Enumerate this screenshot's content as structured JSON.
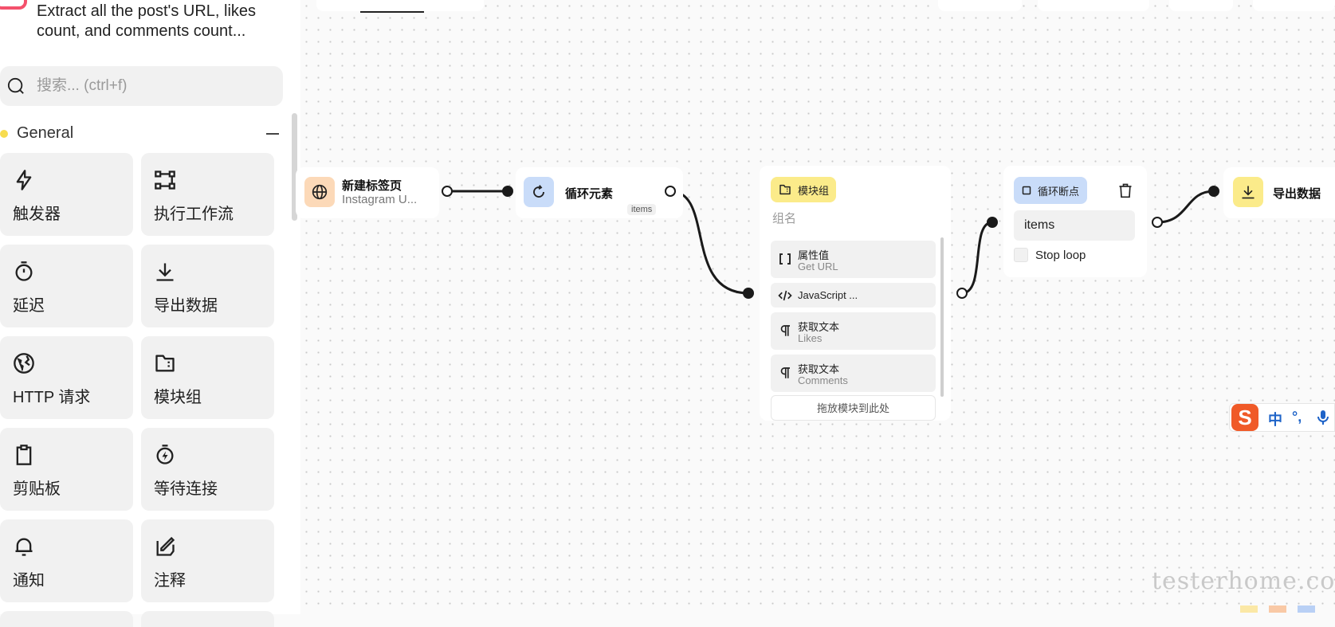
{
  "workflow": {
    "description": "Extract all the post's URL, likes count, and comments count..."
  },
  "search": {
    "placeholder": "搜索... (ctrl+f)"
  },
  "section": {
    "title": "General"
  },
  "blocks": [
    {
      "label": "触发器",
      "icon": "lightning-icon"
    },
    {
      "label": "执行工作流",
      "icon": "workflow-icon"
    },
    {
      "label": "延迟",
      "icon": "timer-icon"
    },
    {
      "label": "导出数据",
      "icon": "download-icon"
    },
    {
      "label": "HTTP 请求",
      "icon": "globe-icon"
    },
    {
      "label": "模块组",
      "icon": "folder-icon"
    },
    {
      "label": "剪贴板",
      "icon": "clipboard-icon"
    },
    {
      "label": "等待连接",
      "icon": "timer-flash-icon"
    },
    {
      "label": "通知",
      "icon": "bell-icon"
    },
    {
      "label": "注释",
      "icon": "note-icon"
    }
  ],
  "nodes": {
    "new_tab": {
      "title": "新建标签页",
      "subtitle": "Instagram U...",
      "icon": "globe-icon",
      "color": "#fcd9b8"
    },
    "loop_elements": {
      "title": "循环元素",
      "port_label": "items",
      "icon": "loop-icon",
      "color": "#c9dcf9"
    },
    "group": {
      "title": "模块组",
      "name_placeholder": "组名",
      "icon": "folder-icon",
      "color": "#fbeb8a",
      "items": [
        {
          "title": "属性值",
          "subtitle": "Get URL",
          "icon": "brackets-icon"
        },
        {
          "title": "JavaScript ...",
          "subtitle": "",
          "icon": "code-icon"
        },
        {
          "title": "获取文本",
          "subtitle": "Likes",
          "icon": "paragraph-icon"
        },
        {
          "title": "获取文本",
          "subtitle": "Comments",
          "icon": "paragraph-icon"
        }
      ],
      "drop_label": "拖放模块到此处"
    },
    "loop_breakpoint": {
      "title": "循环断点",
      "input_value": "items",
      "checkbox_label": "Stop loop",
      "icon": "square-icon",
      "color": "#c9dcf9"
    },
    "export": {
      "title": "导出数据",
      "icon": "download-icon",
      "color": "#fbeb8a"
    }
  },
  "ime": {
    "logo": "S",
    "mode": "中",
    "punct": "°,"
  },
  "watermark": "testerhome.com"
}
